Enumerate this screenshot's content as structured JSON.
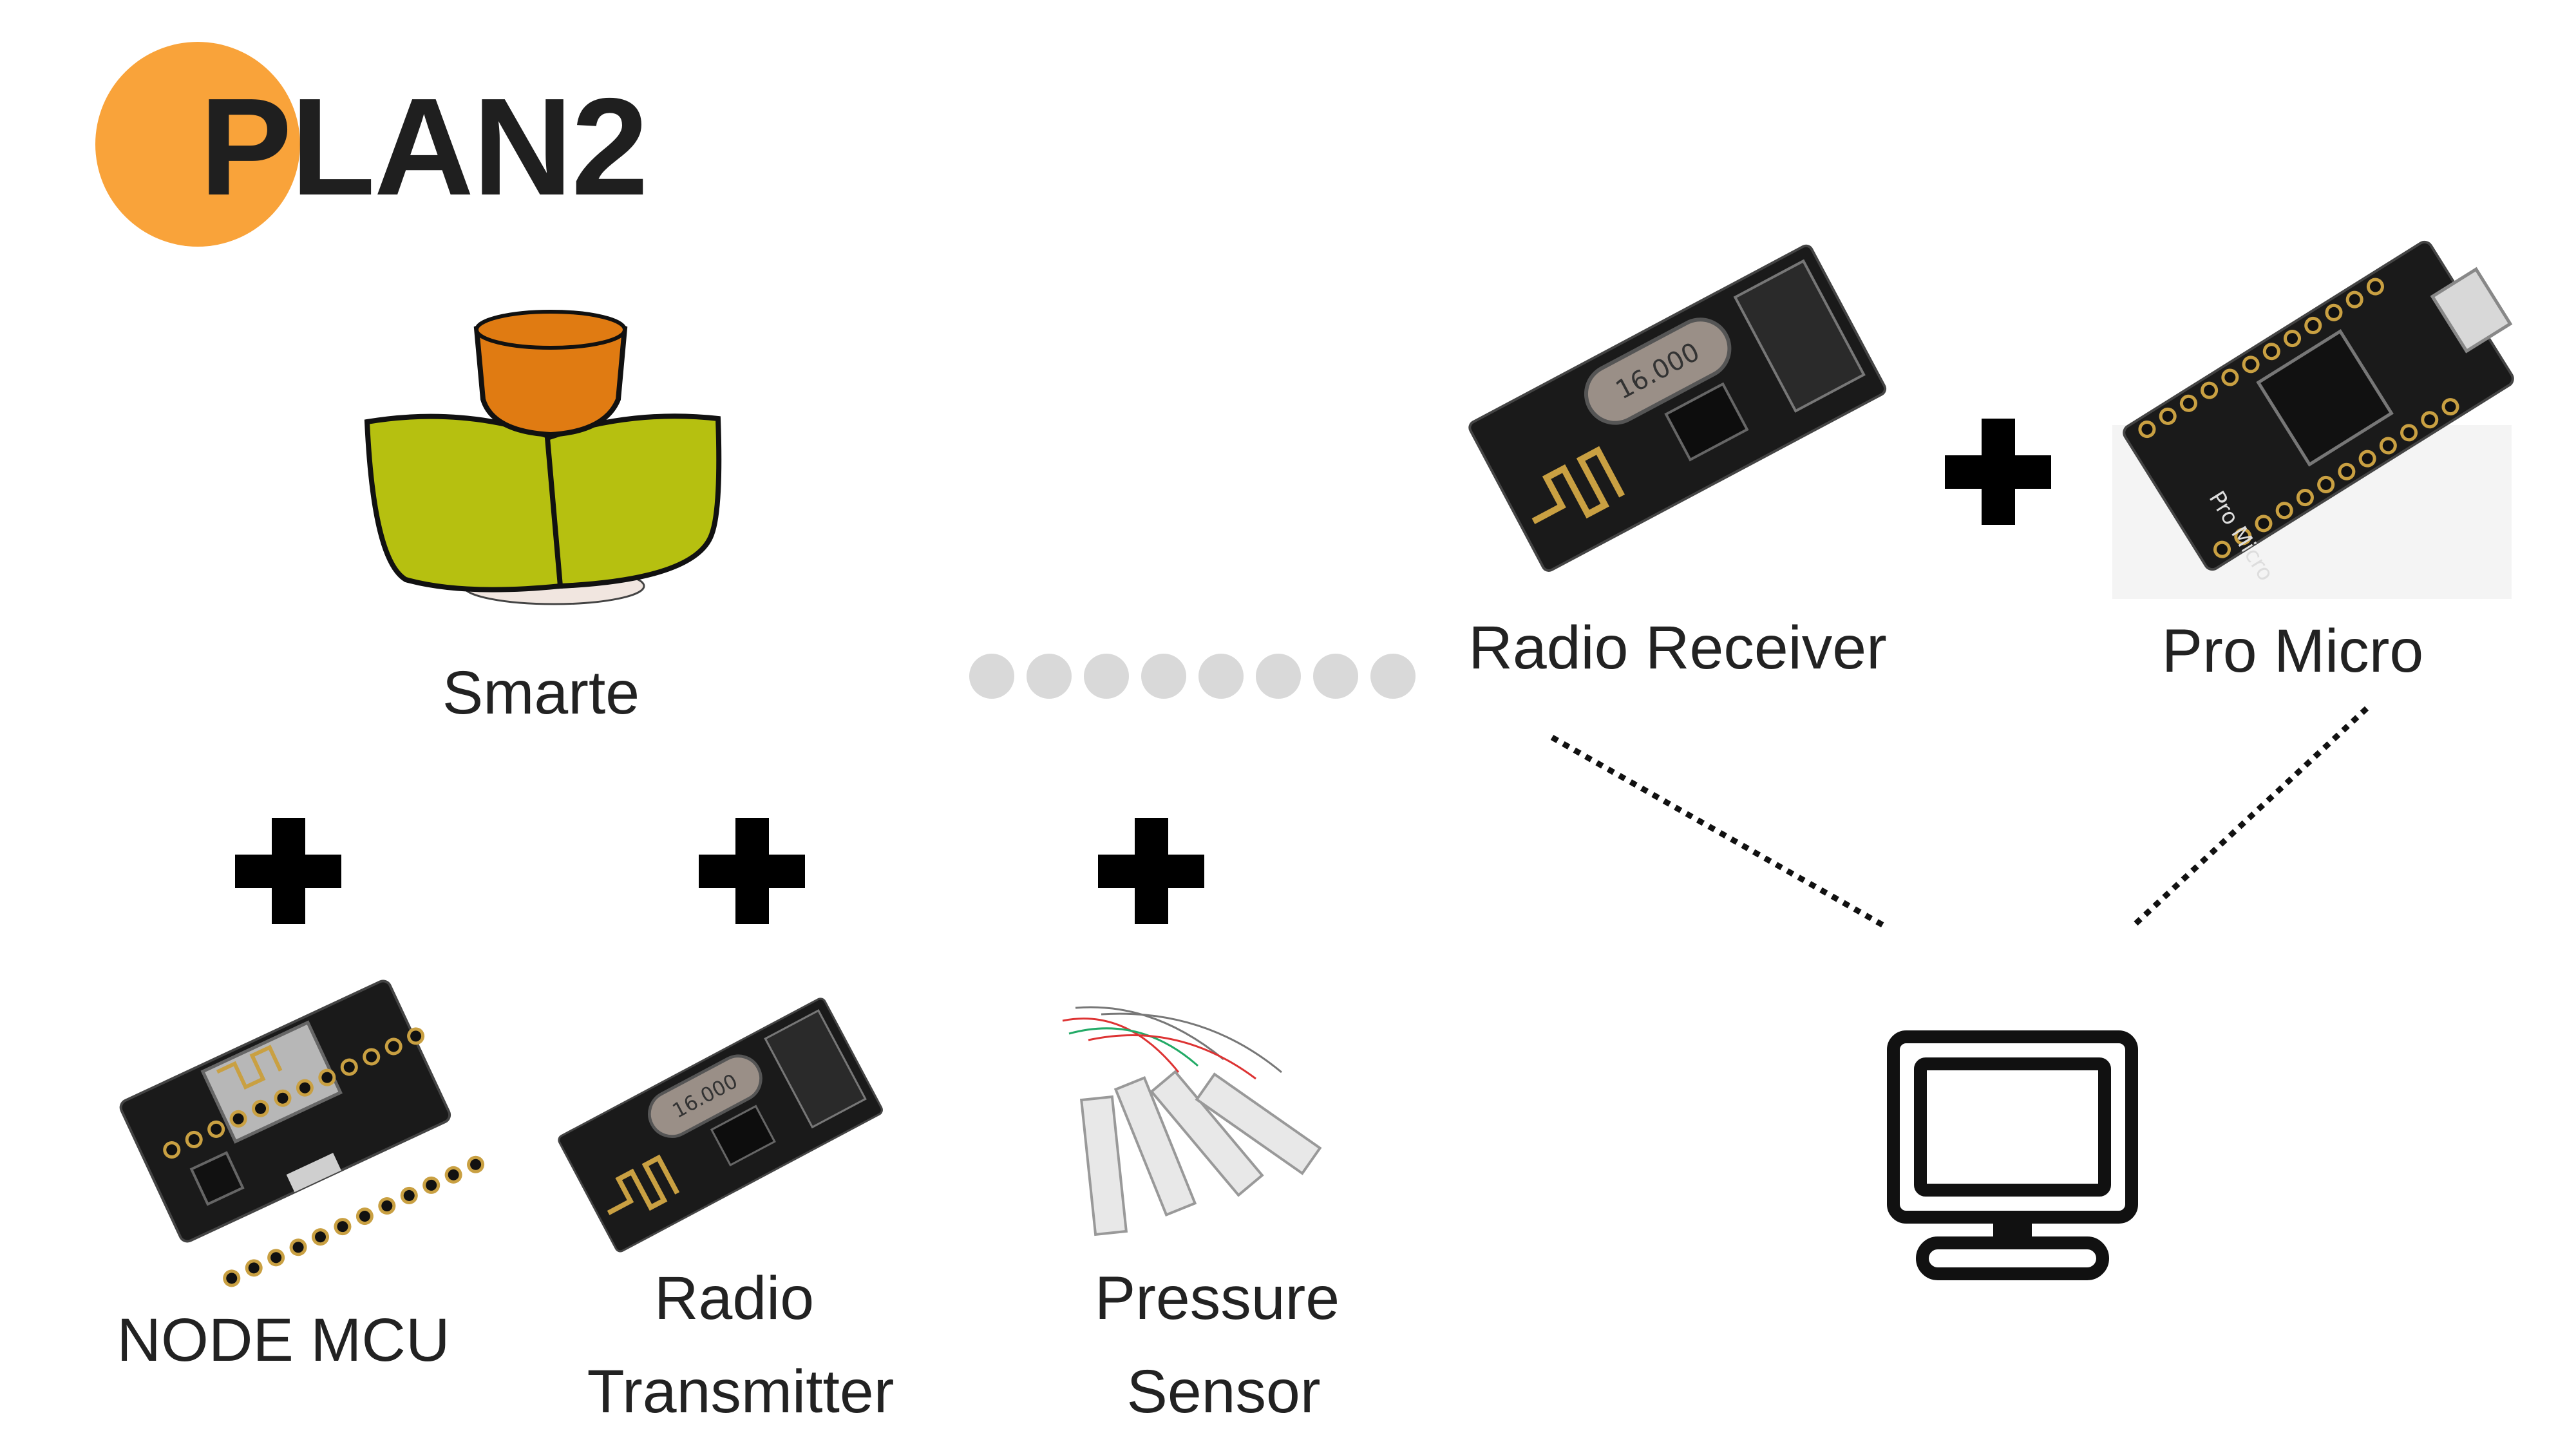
{
  "title": "PLAN2",
  "colors": {
    "title_circle": "#f9a33a",
    "plus": "#000000",
    "dots": "#d9d9d9",
    "pcb": "#1a1a1a",
    "gold": "#c9a042",
    "plant_pot": "#e07b12",
    "plant_leaves": "#b6c010"
  },
  "nodes": {
    "smarte": {
      "label": "Smarte",
      "icon": "plant-pot-icon"
    },
    "node_mcu": {
      "label": "NODE MCU",
      "icon": "nodemcu-board-icon"
    },
    "radio_transmitter": {
      "label_line1": "Radio",
      "label_line2": "Transmitter",
      "icon": "radio-module-icon"
    },
    "pressure_sensor": {
      "label_line1": "Pressure",
      "label_line2": "Sensor",
      "icon": "load-cell-icon"
    },
    "radio_receiver": {
      "label": "Radio Receiver",
      "icon": "radio-module-icon"
    },
    "pro_micro": {
      "label": "Pro Micro",
      "icon": "pro-micro-board-icon"
    },
    "computer": {
      "icon": "computer-monitor-icon"
    }
  },
  "connectors": {
    "plus_icon": "plus-icon",
    "wireless_dots": 8,
    "dotted_lines": [
      "radio-receiver-to-computer",
      "pro-micro-to-computer"
    ]
  }
}
